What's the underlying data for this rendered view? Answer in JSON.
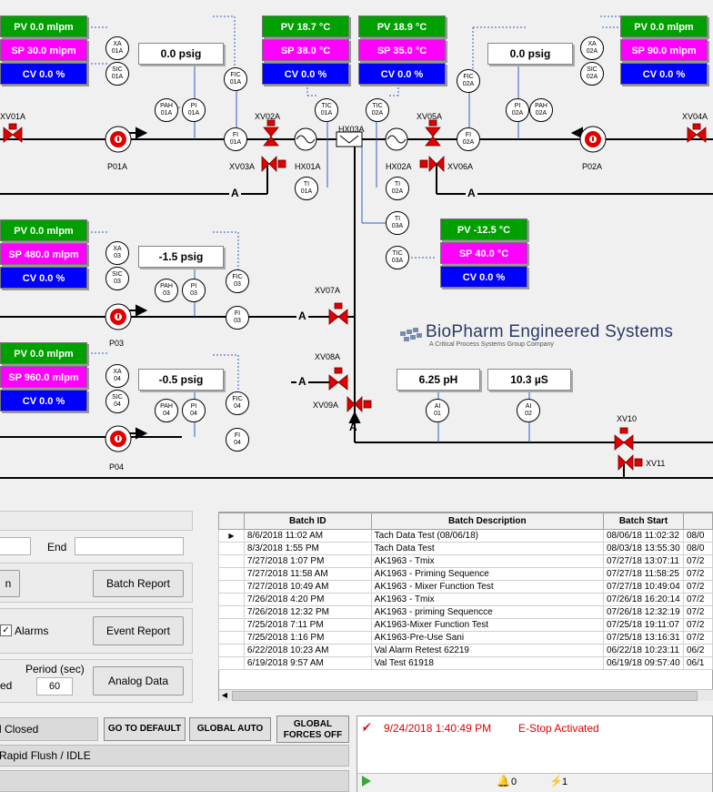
{
  "loops": {
    "pr01": {
      "pv": "PV 0.0 mlpm",
      "sp": "SP 30.0 mlpm",
      "cv": "CV 0.0 %"
    },
    "te01": {
      "pv": "PV 18.7 °C",
      "sp": "SP 38.0 °C",
      "cv": "CV 0.0 %"
    },
    "te02": {
      "pv": "PV 18.9 °C",
      "sp": "SP 35.0 °C",
      "cv": "CV 0.0 %"
    },
    "pr02": {
      "pv": "PV 0.0 mlpm",
      "sp": "SP 90.0 mlpm",
      "cv": "CV 0.0 %"
    },
    "pr03": {
      "pv": "PV 0.0 mlpm",
      "sp": "SP 480.0 mlpm",
      "cv": "CV 0.0 %"
    },
    "te03": {
      "pv": "PV -12.5 °C",
      "sp": "SP 40.0 °C",
      "cv": "CV 0.0 %"
    },
    "pr04": {
      "pv": "PV 0.0 mlpm",
      "sp": "SP 960.0 mlpm",
      "cv": "CV 0.0 %"
    }
  },
  "readouts": {
    "pi01a": "0.0 psig",
    "pi02a": "0.0 psig",
    "pi03": "-1.5 psig",
    "pi04": "-0.5 psig",
    "ai01": "6.25 pH",
    "ai02": "10.3 µS"
  },
  "bubbles": {
    "xa01a": [
      "XA",
      "01A"
    ],
    "sic01a": [
      "SIC",
      "01A"
    ],
    "pah01a": [
      "PAH",
      "01A"
    ],
    "pi01a": [
      "PI",
      "01A"
    ],
    "fic01a": [
      "FIC",
      "01A"
    ],
    "fi01a": [
      "FI",
      "01A"
    ],
    "tic01a": [
      "TIC",
      "01A"
    ],
    "ti01a": [
      "TI",
      "01A"
    ],
    "tic02a": [
      "TIC",
      "02A"
    ],
    "ti02a": [
      "TI",
      "02A"
    ],
    "fi02a": [
      "FI",
      "02A"
    ],
    "fic02a": [
      "FIC",
      "02A"
    ],
    "pi02a": [
      "PI",
      "02A"
    ],
    "pah02a": [
      "PAH",
      "02A"
    ],
    "xa02a": [
      "XA",
      "02A"
    ],
    "sic02a": [
      "SIC",
      "02A"
    ],
    "ti03a": [
      "TI",
      "03A"
    ],
    "tic03a": [
      "TIC",
      "03A"
    ],
    "xa03": [
      "XA",
      "03"
    ],
    "sic03": [
      "SIC",
      "03"
    ],
    "pah03": [
      "PAH",
      "03"
    ],
    "pi03": [
      "PI",
      "03"
    ],
    "fic03": [
      "FIC",
      "03"
    ],
    "fi03": [
      "FI",
      "03"
    ],
    "xa04": [
      "XA",
      "04"
    ],
    "sic04": [
      "SIC",
      "04"
    ],
    "pah04": [
      "PAH",
      "04"
    ],
    "pi04": [
      "PI",
      "04"
    ],
    "fic04": [
      "FIC",
      "04"
    ],
    "fi04": [
      "FI",
      "04"
    ],
    "ai01": [
      "AI",
      "01"
    ],
    "ai02": [
      "AI",
      "02"
    ]
  },
  "labels": {
    "xv01a": "XV01A",
    "xv02a": "XV02A",
    "xv03a": "XV03A",
    "hx01a": "HX01A",
    "hx03a": "HX03A",
    "xv05a": "XV05A",
    "hx02a": "HX02A",
    "xv06a": "XV06A",
    "xv04a": "XV04A",
    "p01a": "P01A",
    "p02a": "P02A",
    "p03": "P03",
    "p04": "P04",
    "xv07a": "XV07A",
    "xv08a": "XV08A",
    "xv09a": "XV09A",
    "xv10": "XV10",
    "xv11": "XV11",
    "a": "A"
  },
  "logo": {
    "name": "BioPharm Engineered Systems",
    "tagline": "A Critical Process Systems Group Company"
  },
  "reports": {
    "end_label": "End",
    "batch_report": "Batch Report",
    "alarms_label": "Alarms",
    "event_report": "Event Report",
    "period_label": "Period (sec)",
    "period_value": "60",
    "analog_data": "Analog Data",
    "partial_button": "n",
    "partial_ed": "ed"
  },
  "batch_table": {
    "headers": [
      "Batch ID",
      "Batch Description",
      "Batch Start"
    ],
    "rows": [
      {
        "id": "8/6/2018 11:02 AM",
        "desc": "Tach Data Test (08/06/18)",
        "start": "08/06/18 11:02:32",
        "end": "08/0"
      },
      {
        "id": "8/3/2018 1:55 PM",
        "desc": "Tach Data Test",
        "start": "08/03/18 13:55:30",
        "end": "08/0"
      },
      {
        "id": "7/27/2018 1:07 PM",
        "desc": "AK1963  - Tmix",
        "start": "07/27/18 13:07:11",
        "end": "07/2"
      },
      {
        "id": "7/27/2018 11:58 AM",
        "desc": "AK1963 - Priming Sequence",
        "start": "07/27/18 11:58:25",
        "end": "07/2"
      },
      {
        "id": "7/27/2018 10:49 AM",
        "desc": "AK1963 - Mixer Function Test",
        "start": "07/27/18 10:49:04",
        "end": "07/2"
      },
      {
        "id": "7/26/2018 4:20 PM",
        "desc": "AK1963 - Tmix",
        "start": "07/26/18 16:20:14",
        "end": "07/2"
      },
      {
        "id": "7/26/2018 12:32 PM",
        "desc": "AK1963 - priming Sequencce",
        "start": "07/26/18 12:32:19",
        "end": "07/2"
      },
      {
        "id": "7/25/2018 7:11 PM",
        "desc": "AK1963-Mixer Function Test",
        "start": "07/25/18 19:11:07",
        "end": "07/2"
      },
      {
        "id": "7/25/2018 1:16 PM",
        "desc": "AK1963-Pre-Use Sani",
        "start": "07/25/18 13:16:31",
        "end": "07/2"
      },
      {
        "id": "6/22/2018 10:23 AM",
        "desc": "Val Alarm Retest 62219",
        "start": "06/22/18 10:23:11",
        "end": "06/2"
      },
      {
        "id": "6/19/2018 9:57 AM",
        "desc": "Val Test 61918",
        "start": "06/19/18 09:57:40",
        "end": "06/1"
      }
    ]
  },
  "controls": {
    "all_closed": "l Closed",
    "go_to_default": "GO TO DEFAULT",
    "global_auto": "GLOBAL AUTO",
    "global_forces_off": "GLOBAL\nFORCES OFF",
    "mode_status": "Rapid Flush / IDLE"
  },
  "alarm_panel": {
    "timestamp": "9/24/2018 1:40:49 PM",
    "message": "E-Stop Activated",
    "bell_count": "0",
    "alarm_count": "1"
  },
  "colors": {
    "pv": "#00a000",
    "sp": "#ff00ff",
    "cv": "#0000ff",
    "valve": "#e00000",
    "alarm_text": "#e00000"
  }
}
